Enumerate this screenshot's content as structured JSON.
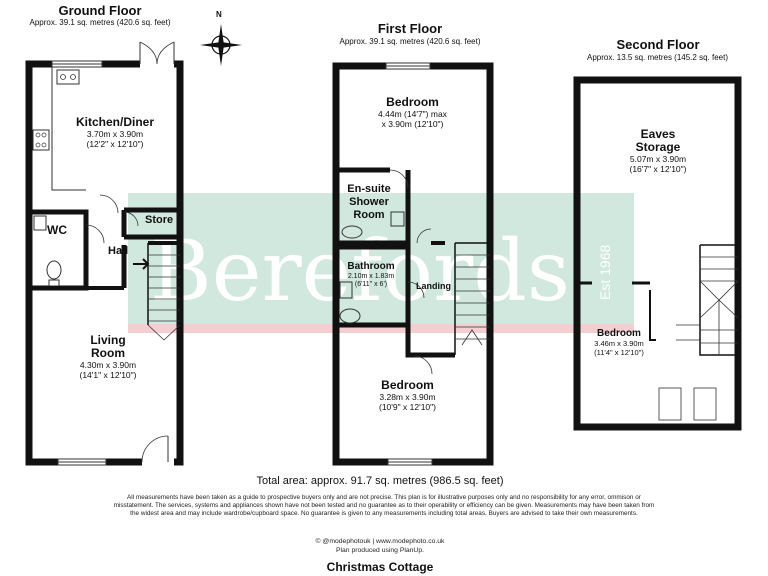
{
  "floors": [
    {
      "title": "Ground Floor",
      "area": "Approx. 39.1 sq. metres (420.6 sq. feet)",
      "rooms": [
        {
          "name": "Kitchen/Diner",
          "dims": [
            "3.70m x 3.90m",
            "(12'2\" x 12'10\")"
          ]
        },
        {
          "name": "WC",
          "dims": []
        },
        {
          "name": "Store",
          "dims": []
        },
        {
          "name": "Hall",
          "dims": []
        },
        {
          "name": "Living Room",
          "name_lines": [
            "Living",
            "Room"
          ],
          "dims": [
            "4.30m x 3.90m",
            "(14'1\" x 12'10\")"
          ]
        }
      ]
    },
    {
      "title": "First Floor",
      "area": "Approx. 39.1 sq. metres (420.6 sq. feet)",
      "rooms": [
        {
          "name": "Bedroom",
          "dims": [
            "4.44m (14'7\") max",
            "x 3.90m (12'10\")"
          ]
        },
        {
          "name": "En-suite Shower Room",
          "name_lines": [
            "En-suite",
            "Shower",
            "Room"
          ],
          "dims": []
        },
        {
          "name": "Bathroom",
          "dims": [
            "2.10m x 1.83m",
            "(6'11\" x 6')"
          ]
        },
        {
          "name": "Landing",
          "dims": []
        },
        {
          "name": "Bedroom",
          "dims": [
            "3.28m x 3.90m",
            "(10'9\" x 12'10\")"
          ]
        }
      ]
    },
    {
      "title": "Second Floor",
      "area": "Approx. 13.5 sq. metres (145.2 sq. feet)",
      "rooms": [
        {
          "name": "Eaves Storage",
          "name_lines": [
            "Eaves",
            "Storage"
          ],
          "dims": [
            "5.07m x 3.90m",
            "(16'7\" x 12'10\")"
          ]
        },
        {
          "name": "Bedroom",
          "dims": [
            "3.46m x 3.90m",
            "(11'4\" x 12'10\")"
          ]
        }
      ]
    }
  ],
  "compass": {
    "label": "N"
  },
  "watermark": {
    "text": "Berefords",
    "sub": "Est 1968",
    "color": "#cde6dc",
    "accent": "#f3c9cc"
  },
  "total_area": "Total area: approx. 91.7 sq. metres (986.5 sq. feet)",
  "disclaimer": "All measurements have been taken as a guide to prospective buyers only and are not precise. This plan is for illustrative purposes only and no responsibility for any error, ommison or misstatement. The services, systems and appliances shown have not been tested and no guarantee as to their operability or efficiency can be given. Measurements may have been taken from the widest area and may include wardrobe/cupboard space. No guarantee is given to any measurements including total areas. Buyers are advised to take their own measurements.",
  "credits": [
    "© @modephotouk | www.modephoto.co.uk",
    "Plan produced using PlanUp."
  ],
  "property_name": "Christmas Cottage",
  "colors": {
    "wall": "#111111",
    "line": "#333333"
  }
}
